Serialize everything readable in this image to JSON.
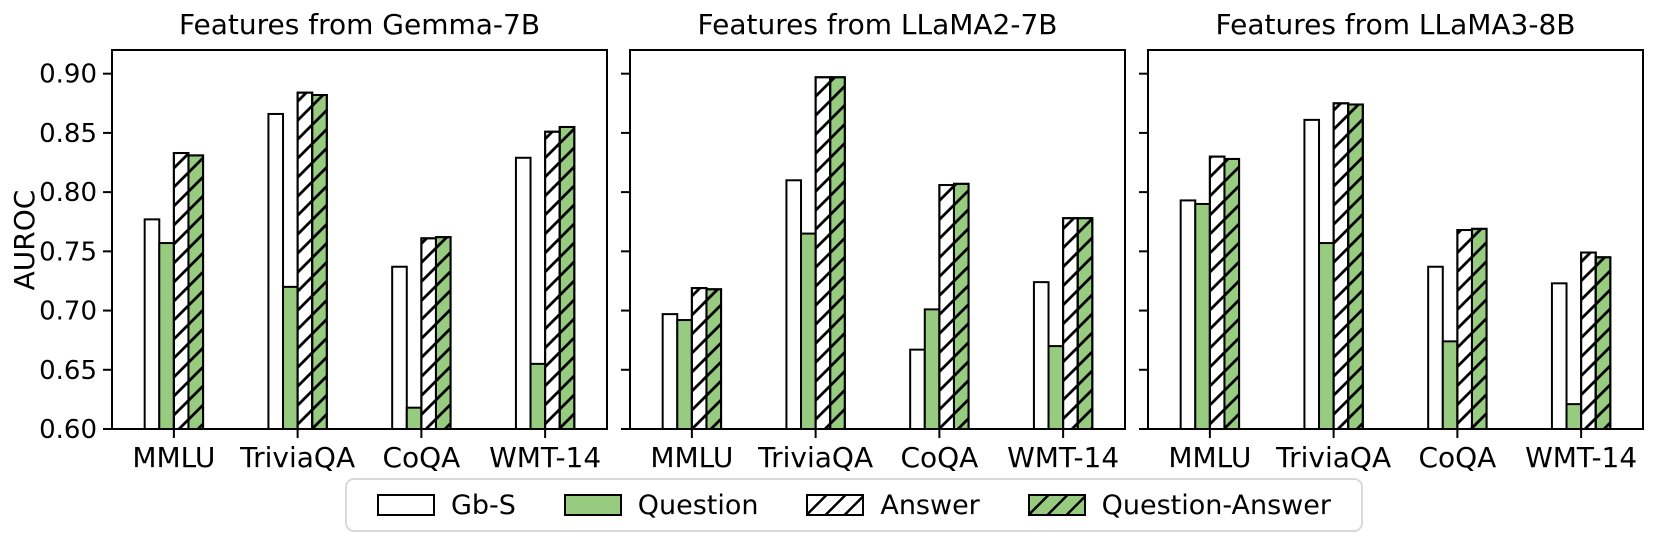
{
  "figure": {
    "ylabel": "AUROC",
    "colors": {
      "bar_green": "#97cc80",
      "bar_white": "#ffffff",
      "bar_edge": "#000000",
      "legend_border": "#d9d9d9",
      "text": "#000000"
    },
    "legend": {
      "position": "bottom-center",
      "items": [
        {
          "label": "Gb-S",
          "fill": "#ffffff",
          "hatch": false
        },
        {
          "label": "Question",
          "fill": "#97cc80",
          "hatch": false
        },
        {
          "label": "Answer",
          "fill": "#ffffff",
          "hatch": true
        },
        {
          "label": "Question-Answer",
          "fill": "#97cc80",
          "hatch": true
        }
      ]
    }
  },
  "chart_data": [
    {
      "type": "bar",
      "title": "Features from Gemma-7B",
      "categories": [
        "MMLU",
        "TriviaQA",
        "CoQA",
        "WMT-14"
      ],
      "series": [
        {
          "name": "Gb-S",
          "values": [
            0.777,
            0.866,
            0.737,
            0.829
          ]
        },
        {
          "name": "Question",
          "values": [
            0.757,
            0.72,
            0.618,
            0.655
          ]
        },
        {
          "name": "Answer",
          "values": [
            0.833,
            0.884,
            0.761,
            0.851
          ]
        },
        {
          "name": "Question-Answer",
          "values": [
            0.831,
            0.882,
            0.762,
            0.855
          ]
        }
      ],
      "xlabel": "",
      "ylabel": "AUROC",
      "ylim": [
        0.6,
        0.92
      ],
      "yticks": [
        0.6,
        0.65,
        0.7,
        0.75,
        0.8,
        0.85,
        0.9
      ],
      "show_ytick_labels": true,
      "grid": false
    },
    {
      "type": "bar",
      "title": "Features from LLaMA2-7B",
      "categories": [
        "MMLU",
        "TriviaQA",
        "CoQA",
        "WMT-14"
      ],
      "series": [
        {
          "name": "Gb-S",
          "values": [
            0.697,
            0.81,
            0.667,
            0.724
          ]
        },
        {
          "name": "Question",
          "values": [
            0.692,
            0.765,
            0.701,
            0.67
          ]
        },
        {
          "name": "Answer",
          "values": [
            0.719,
            0.897,
            0.806,
            0.778
          ]
        },
        {
          "name": "Question-Answer",
          "values": [
            0.718,
            0.897,
            0.807,
            0.778
          ]
        }
      ],
      "xlabel": "",
      "ylabel": "",
      "ylim": [
        0.6,
        0.92
      ],
      "yticks": [
        0.6,
        0.65,
        0.7,
        0.75,
        0.8,
        0.85,
        0.9
      ],
      "show_ytick_labels": false,
      "grid": false
    },
    {
      "type": "bar",
      "title": "Features from LLaMA3-8B",
      "categories": [
        "MMLU",
        "TriviaQA",
        "CoQA",
        "WMT-14"
      ],
      "series": [
        {
          "name": "Gb-S",
          "values": [
            0.793,
            0.861,
            0.737,
            0.723
          ]
        },
        {
          "name": "Question",
          "values": [
            0.79,
            0.757,
            0.674,
            0.621
          ]
        },
        {
          "name": "Answer",
          "values": [
            0.83,
            0.875,
            0.768,
            0.749
          ]
        },
        {
          "name": "Question-Answer",
          "values": [
            0.828,
            0.874,
            0.769,
            0.745
          ]
        }
      ],
      "xlabel": "",
      "ylabel": "",
      "ylim": [
        0.6,
        0.92
      ],
      "yticks": [
        0.6,
        0.65,
        0.7,
        0.75,
        0.8,
        0.85,
        0.9
      ],
      "show_ytick_labels": false,
      "grid": false
    }
  ]
}
